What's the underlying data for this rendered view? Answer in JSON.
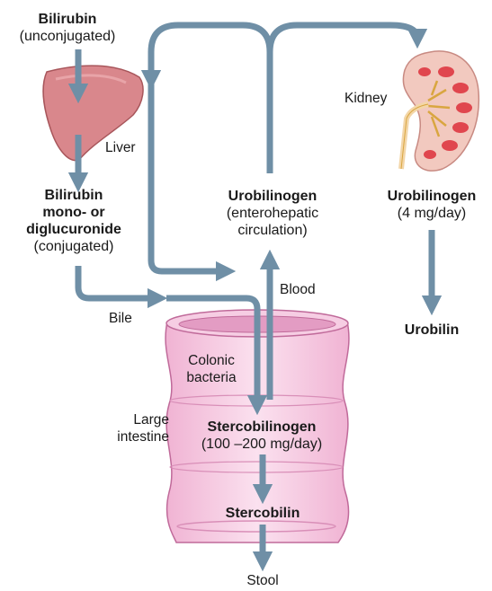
{
  "bilirubin_unconj": {
    "title": "Bilirubin",
    "sub": "(unconjugated)"
  },
  "liver": {
    "label": "Liver"
  },
  "bilirubin_conj": {
    "line1": "Bilirubin",
    "line2": "mono- or",
    "line3": "diglucuronide",
    "sub": "(conjugated)"
  },
  "bile": {
    "label": "Bile"
  },
  "urobilinogen_entero": {
    "title": "Urobilinogen",
    "line2": "(enterohepatic",
    "line3": "circulation)"
  },
  "blood": {
    "label": "Blood"
  },
  "kidney": {
    "label": "Kidney"
  },
  "urobilinogen_urine": {
    "title": "Urobilinogen",
    "sub": "(4 mg/day)"
  },
  "urobilin": {
    "label": "Urobilin"
  },
  "colonic_bacteria": {
    "line1": "Colonic",
    "line2": "bacteria"
  },
  "large_intestine": {
    "line1": "Large",
    "line2": "intestine"
  },
  "stercobilinogen": {
    "title": "Stercobilinogen",
    "sub": "(100 –200 mg/day)"
  },
  "stercobilin": {
    "label": "Stercobilin"
  },
  "stool": {
    "label": "Stool"
  },
  "colors": {
    "arrow": "#6f8fa6",
    "liver_fill": "#d9878c",
    "intestine_fill": "#f6cde3",
    "intestine_stroke": "#c06a9a",
    "kidney_fill": "#f2c9bf",
    "kidney_medulla": "#e0464e"
  }
}
